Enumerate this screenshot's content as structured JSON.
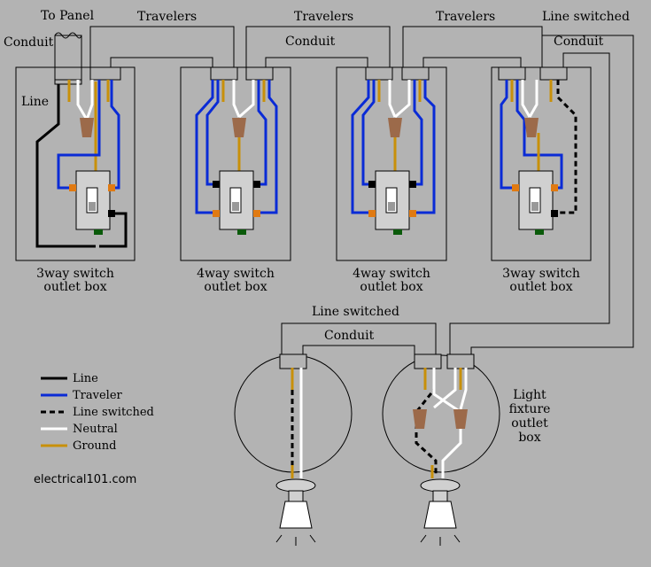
{
  "top_labels": {
    "to_panel": "To Panel",
    "conduit_left": "Conduit",
    "travelers_1": "Travelers",
    "travelers_2": "Travelers",
    "travelers_3": "Travelers",
    "line_switched_top": "Line switched",
    "conduit_mid": "Conduit",
    "conduit_right": "Conduit",
    "line_label": "Line"
  },
  "boxes": [
    {
      "line1": "3way switch",
      "line2": "outlet box"
    },
    {
      "line1": "4way switch",
      "line2": "outlet box"
    },
    {
      "line1": "4way switch",
      "line2": "outlet box"
    },
    {
      "line1": "3way switch",
      "line2": "outlet box"
    }
  ],
  "lower_labels": {
    "line_switched": "Line switched",
    "conduit": "Conduit",
    "fixture_1": "Light",
    "fixture_2": "fixture",
    "fixture_3": "outlet",
    "fixture_4": "box"
  },
  "legend": [
    {
      "label": "Line",
      "color": "#000000",
      "style": "solid"
    },
    {
      "label": "Traveler",
      "color": "#0a2bd6",
      "style": "solid"
    },
    {
      "label": "Line switched",
      "color": "#000000",
      "style": "dashed"
    },
    {
      "label": "Neutral",
      "color": "#ffffff",
      "style": "solid"
    },
    {
      "label": "Ground",
      "color": "#c8900a",
      "style": "solid"
    }
  ],
  "website": "electrical101.com",
  "colors": {
    "background": "#b3b3b3",
    "traveler": "#0a2bd6",
    "ground": "#c8900a",
    "wirenut": "#9c6a4a",
    "terminal": "#e07a12"
  }
}
